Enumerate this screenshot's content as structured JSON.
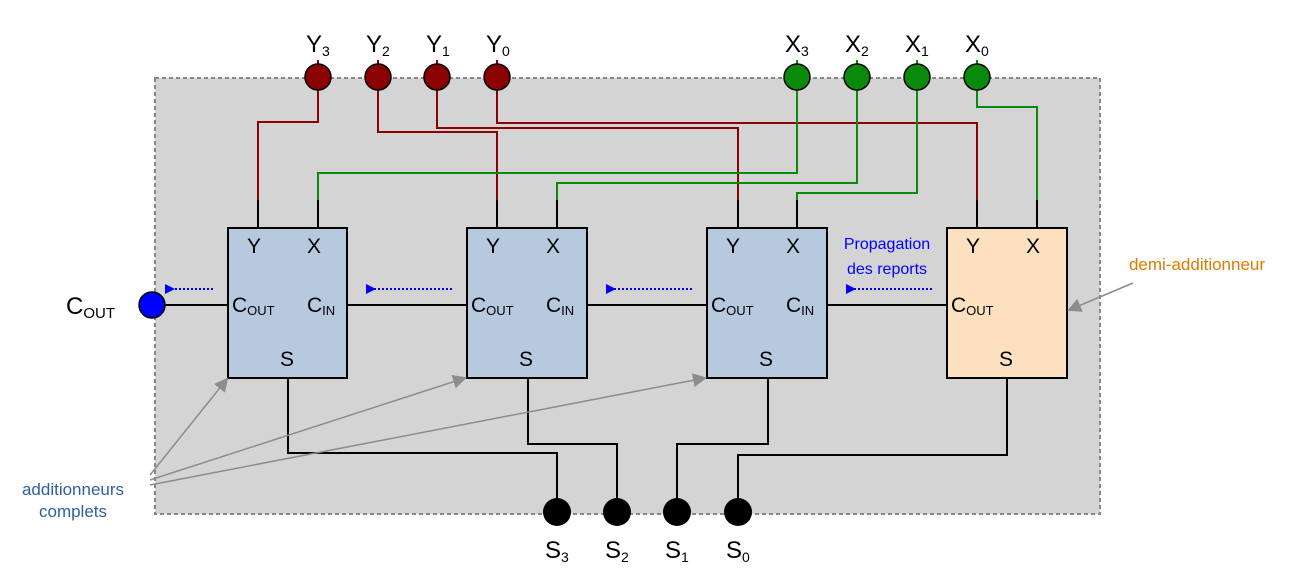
{
  "inputs_y": [
    {
      "name": "Y",
      "sub": "3"
    },
    {
      "name": "Y",
      "sub": "2"
    },
    {
      "name": "Y",
      "sub": "1"
    },
    {
      "name": "Y",
      "sub": "0"
    }
  ],
  "inputs_x": [
    {
      "name": "X",
      "sub": "3"
    },
    {
      "name": "X",
      "sub": "2"
    },
    {
      "name": "X",
      "sub": "1"
    },
    {
      "name": "X",
      "sub": "0"
    }
  ],
  "outputs_s": [
    {
      "name": "S",
      "sub": "3"
    },
    {
      "name": "S",
      "sub": "2"
    },
    {
      "name": "S",
      "sub": "1"
    },
    {
      "name": "S",
      "sub": "0"
    }
  ],
  "carry_out": {
    "name": "C",
    "sub": "OUT"
  },
  "block_ports": {
    "y": "Y",
    "x": "X",
    "s": "S",
    "cout": {
      "name": "C",
      "sub": "OUT"
    },
    "cin": {
      "name": "C",
      "sub": "IN"
    }
  },
  "annotations": {
    "propagation_line1": "Propagation",
    "propagation_line2": "des reports",
    "half_adder": "demi-additionneur",
    "full_adders_line1": "additionneurs",
    "full_adders_line2": "complets"
  },
  "colors": {
    "y_wire": "#8b0000",
    "x_wire": "#0a8a0a",
    "full_adder_fill": "#b7c9df",
    "half_adder_fill": "#fde0c0",
    "background_box": "#d4d4d4",
    "carry_node": "#0000ff",
    "carry_arrow": "#0000ff",
    "half_adder_label": "#e07b00",
    "full_adder_label": "#2e5f9e",
    "pointer_arrow": "#8c8c8c"
  }
}
